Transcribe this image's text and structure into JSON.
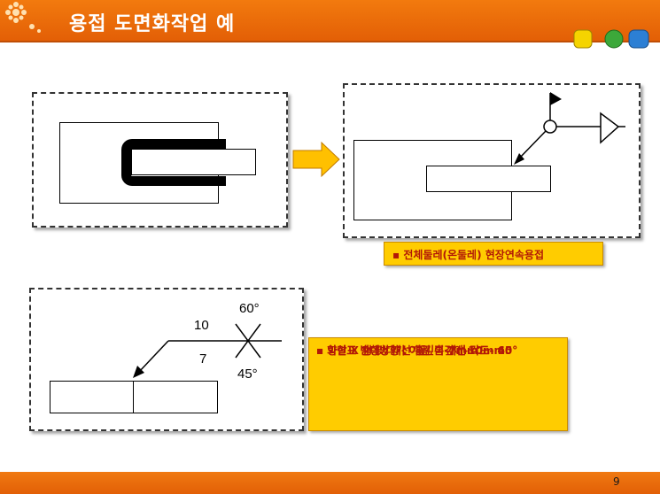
{
  "title": "용접 도면화작업 예",
  "page_number": "9",
  "note_top": "전체둘레(온둘레) 현장연속용접",
  "dimensions": {
    "groove_depth_arrow_side": "10",
    "groove_depth_other_side": "7",
    "angle_arrow_side": "60°",
    "angle_other_side": "45°"
  },
  "note_bottom": {
    "line1": "양면 X 형 맞대기 이음",
    "line2": "화살표 반대방향 : 개선 홈깊이-10mm",
    "line3": "개선 각도- 60°",
    "line4": "화살표 방향 : 개선 홈깊이-7mm",
    "line5": "개선 각도- 45°"
  },
  "colors": {
    "header": "#e96b09",
    "note_fill": "#ffcc00",
    "note_text": "#b21807",
    "arrow_fill": "#ffc000"
  }
}
